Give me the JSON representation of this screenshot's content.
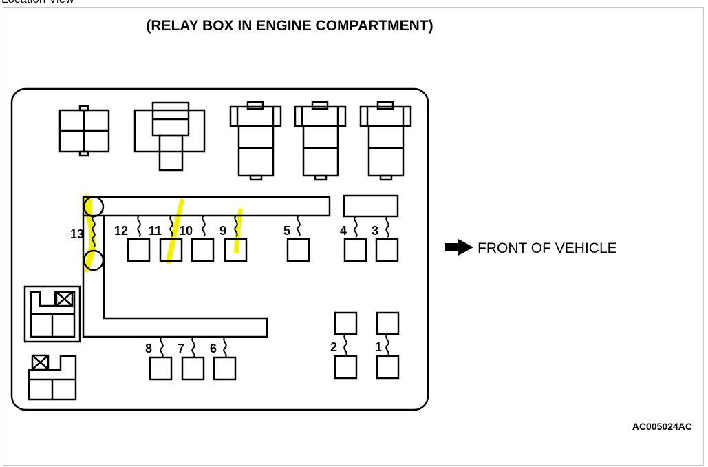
{
  "page_label": "Location View",
  "title": "(RELAY BOX IN ENGINE COMPARTMENT)",
  "front_label": "FRONT OF VEHICLE",
  "figure_code": "AC005024AC",
  "numbers": {
    "n1": "1",
    "n2": "2",
    "n3": "3",
    "n4": "4",
    "n5": "5",
    "n6": "6",
    "n7": "7",
    "n8": "8",
    "n9": "9",
    "n10": "10",
    "n11": "11",
    "n12": "12",
    "n13": "13"
  },
  "colors": {
    "highlight": "#f2f200",
    "line": "#000000"
  }
}
